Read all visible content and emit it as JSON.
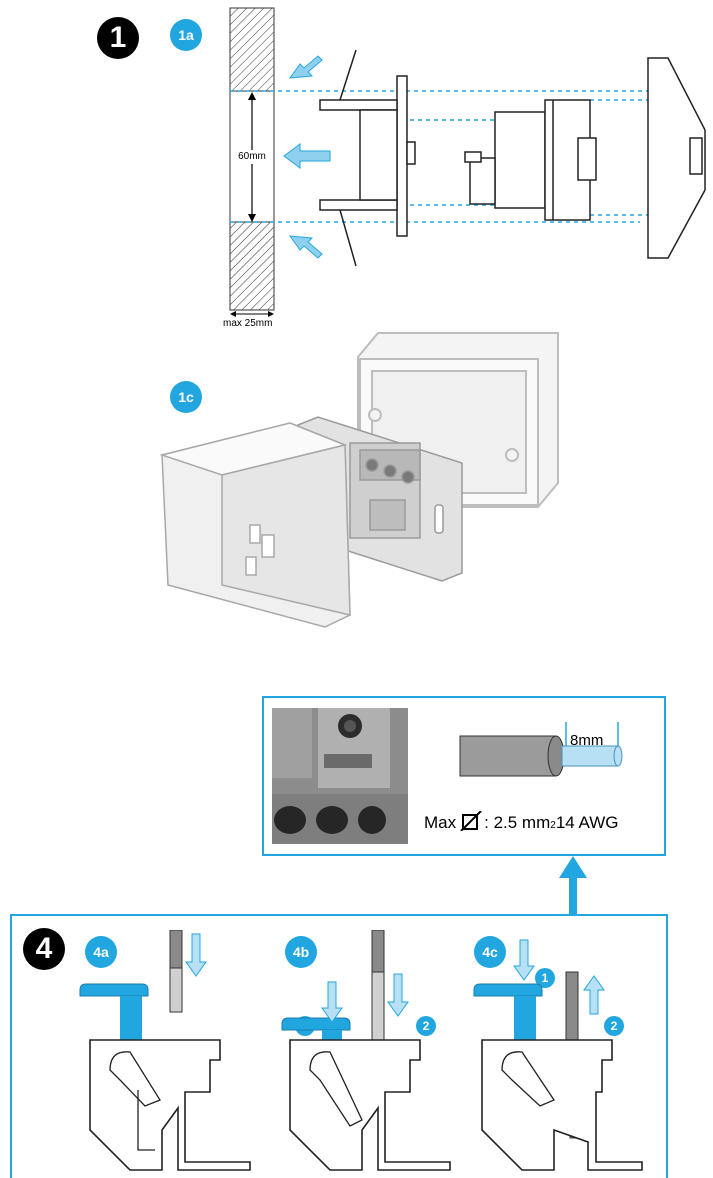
{
  "colors": {
    "accent": "#22a6df",
    "accent_light": "#8fd0ef",
    "line": "#000000",
    "gray": "#8a8a8a"
  },
  "steps": {
    "step1": {
      "number": "1"
    },
    "step1a": {
      "label": "1a"
    },
    "step1c": {
      "label": "1c"
    },
    "step4": {
      "number": "4"
    },
    "step4a": {
      "label": "4a"
    },
    "step4b": {
      "label": "4b",
      "sub1": "1",
      "sub2": "2"
    },
    "step4c": {
      "label": "4c",
      "sub1": "1",
      "sub2": "2"
    }
  },
  "section1a": {
    "wall_opening": "60mm",
    "wall_thickness": "max 25mm"
  },
  "detail": {
    "strip_length": "8mm",
    "max_label": "Max",
    "section_value": ": 2.5 mm",
    "superscript": "2",
    "awg": " 14 AWG"
  },
  "icons": [
    "arrow-icon",
    "diameter-icon"
  ]
}
